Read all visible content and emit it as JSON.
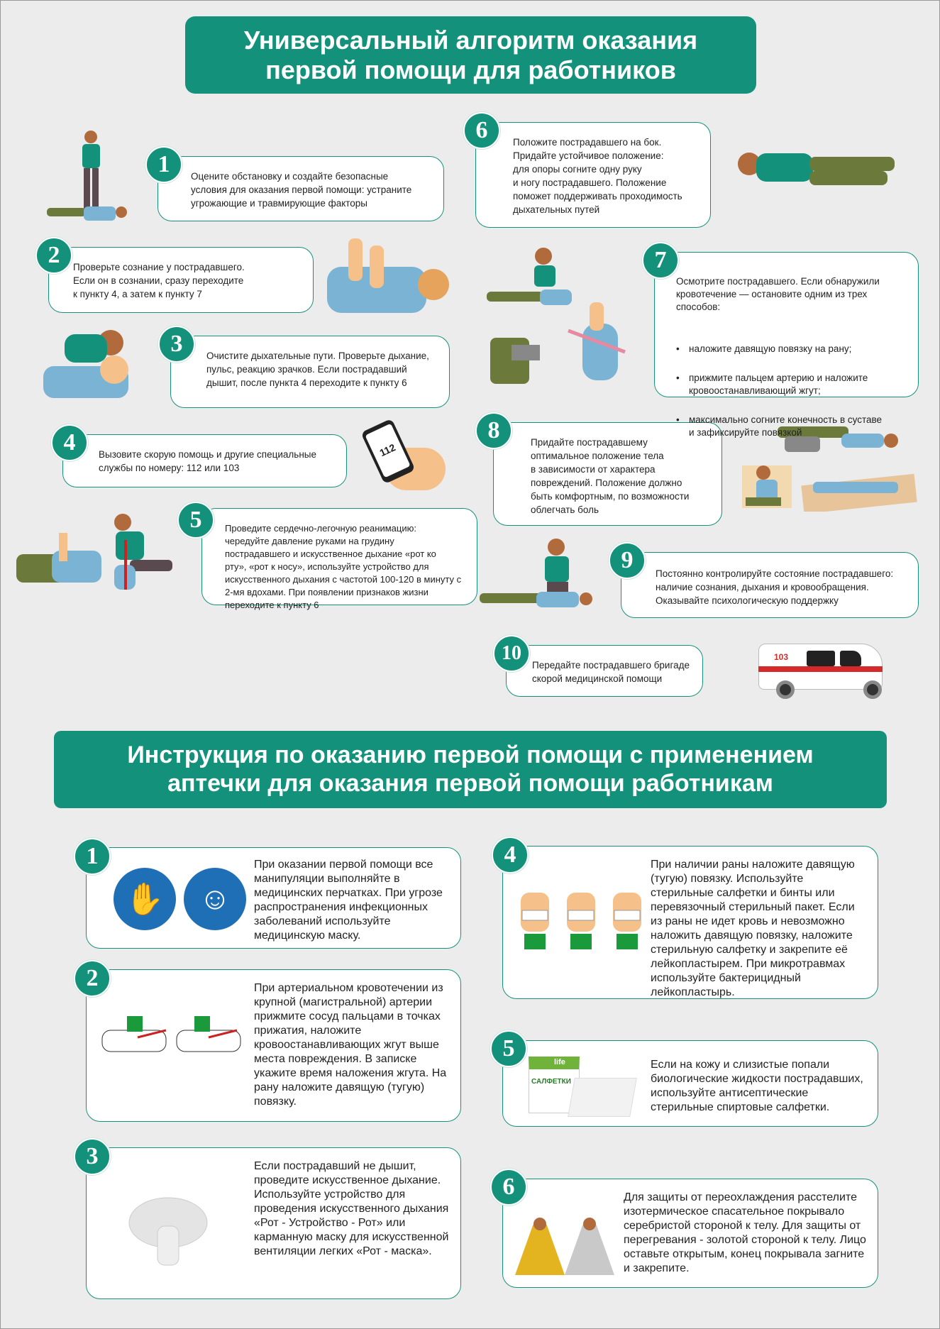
{
  "section1": {
    "title": "Универсальный алгоритм оказания\nпервой помощи для работников",
    "steps": [
      {
        "n": "1",
        "text": "Оцените обстановку и создайте безопасные\nусловия для оказания первой помощи: устраните\nугрожающие и травмирующие факторы"
      },
      {
        "n": "2",
        "text": "Проверьте сознание у пострадавшего.\nЕсли он в сознании, сразу переходите\nк пункту 4, а затем к пункту 7"
      },
      {
        "n": "3",
        "text": "Очистите дыхательные пути. Проверьте дыхание,\nпульс, реакцию зрачков. Если пострадавший\nдышит, после пункта 4 переходите к пункту 6"
      },
      {
        "n": "4",
        "text": "Вызовите скорую помощь и другие специальные\nслужбы по номеру: 112 или 103"
      },
      {
        "n": "5",
        "text": "Проведите сердечно-легочную реанимацию:\nчередуйте давление руками на грудину\nпострадавшего и искусственное дыхание «рот ко\nрту», «рот к носу», используйте устройство для\nискусственного дыхания с частотой 100-120 в минуту с\n2-мя вдохами. При появлении признаков жизни\nпереходите к пункту 6"
      },
      {
        "n": "6",
        "text": "Положите пострадавшего на бок.\nПридайте устойчивое положение:\nдля опоры согните одну руку\nи ногу пострадавшего. Положение\nпоможет поддерживать проходимость\nдыхательных путей"
      },
      {
        "n": "7",
        "text": "Осмотрите пострадавшего. Если обнаружили\nкровотечение — остановите одним из трех\nспособов:",
        "bullets": [
          "наложите давящую повязку на рану;",
          "прижмите пальцем артерию и наложите\nкровоостанавливающий жгут;",
          "максимально согните конечность в суставе\nи зафиксируйте повязкой"
        ]
      },
      {
        "n": "8",
        "text": "Придайте пострадавшему\nоптимальное положение тела\nв зависимости от характера\nповреждений. Положение должно\nбыть комфортным, по возможности\nоблегчать боль"
      },
      {
        "n": "9",
        "text": "Постоянно контролируйте состояние пострадавшего:\nналичие сознания, дыхания и кровообращения.\nОказывайте психологическую поддержку"
      },
      {
        "n": "10",
        "text": "Передайте пострадавшего бригаде\nскорой медицинской помощи"
      }
    ],
    "phone_label": "112",
    "ambulance_label": "103"
  },
  "section2": {
    "title": "Инструкция по оказанию первой помощи с применением\nаптечки для оказания первой помощи работникам",
    "items": [
      {
        "n": "1",
        "text": "При оказании первой помощи все\nманипуляции выполняйте в\nмедицинских перчатках. При угрозе\nраспространения инфекционных\nзаболеваний используйте\nмедицинскую маску."
      },
      {
        "n": "2",
        "text": "При артериальном кровотечении из\nкрупной (магистральной) артерии\nприжмите сосуд пальцами в точках\nприжатия, наложите\nкровоостанавливающих жгут выше\nместа повреждения. В записке\nукажите время наложения жгута. На\nрану наложите давящую (тугую)\nповязку."
      },
      {
        "n": "3",
        "text": "Если пострадавший не дышит,\nпроведите искусственное дыхание.\nИспользуйте устройство для\nпроведения искусственного дыхания\n«Рот - Устройство - Рот» или\nкарманную маску для искусственной\nвентиляции легких «Рот - маска»."
      },
      {
        "n": "4",
        "text": "При наличии раны наложите давящую\n(тугую) повязку. Используйте\nстерильные салфетки и бинты или\nперевязочный стерильный пакет. Если\nиз раны не идет кровь и невозможно\nналожить давящую повязку, наложите\nстерильную салфетку и закрепите её\nлейкопластырем. При микротравмах\nиспользуйте бактерицидный\nлейкопластырь."
      },
      {
        "n": "5",
        "text": "Если на кожу и слизистые попали\nбиологические жидкости пострадавших,\nиспользуйте антисептические\nстерильные спиртовые салфетки."
      },
      {
        "n": "6",
        "text": "Для защиты от переохлаждения расстелите\nизотермическое спасательное покрывало\nсеребристой стороной к телу. Для защиты от\nперегревания - золотой стороной к телу. Лицо\nоставьте открытым, конец покрывала загните\nи закрепите."
      }
    ],
    "wipes_brand": "life",
    "wipes_label": "САЛФЕТКИ"
  },
  "colors": {
    "accent": "#14917b",
    "background": "#ececec"
  }
}
